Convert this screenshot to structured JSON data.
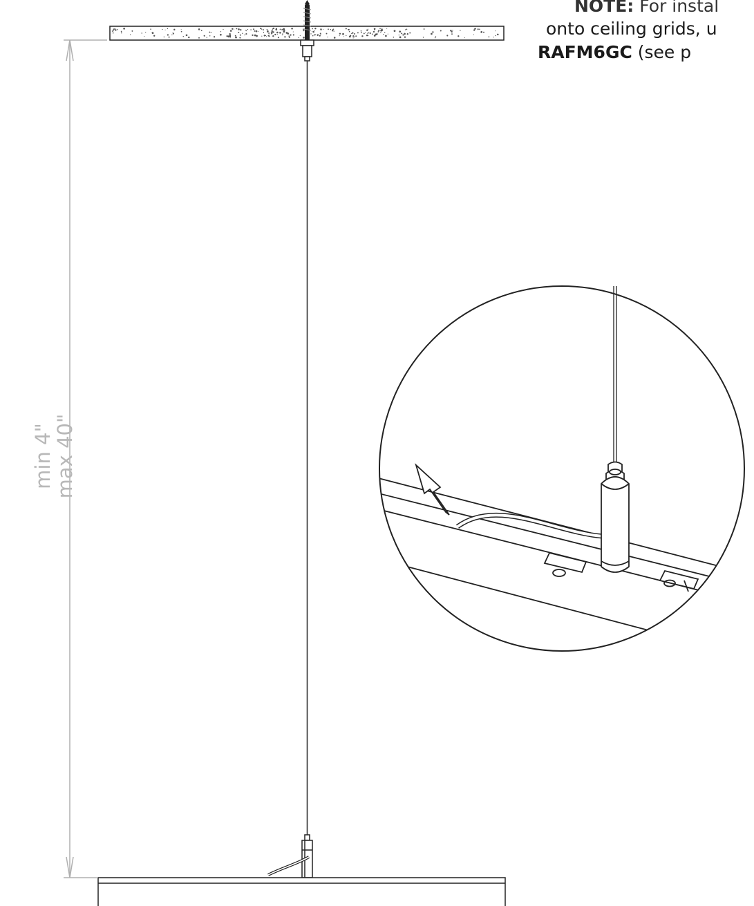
{
  "note": {
    "line1_bold": "NOTE:",
    "line1_rest": " For instal",
    "line2": "onto ceiling grids, u",
    "line3_bold": "RAFM6GC",
    "line3_rest": " (see p"
  },
  "dimension": {
    "min_label": "min 4\"",
    "max_label": "max 40\""
  },
  "icons": {
    "arrow": "curved-arrow-icon"
  }
}
